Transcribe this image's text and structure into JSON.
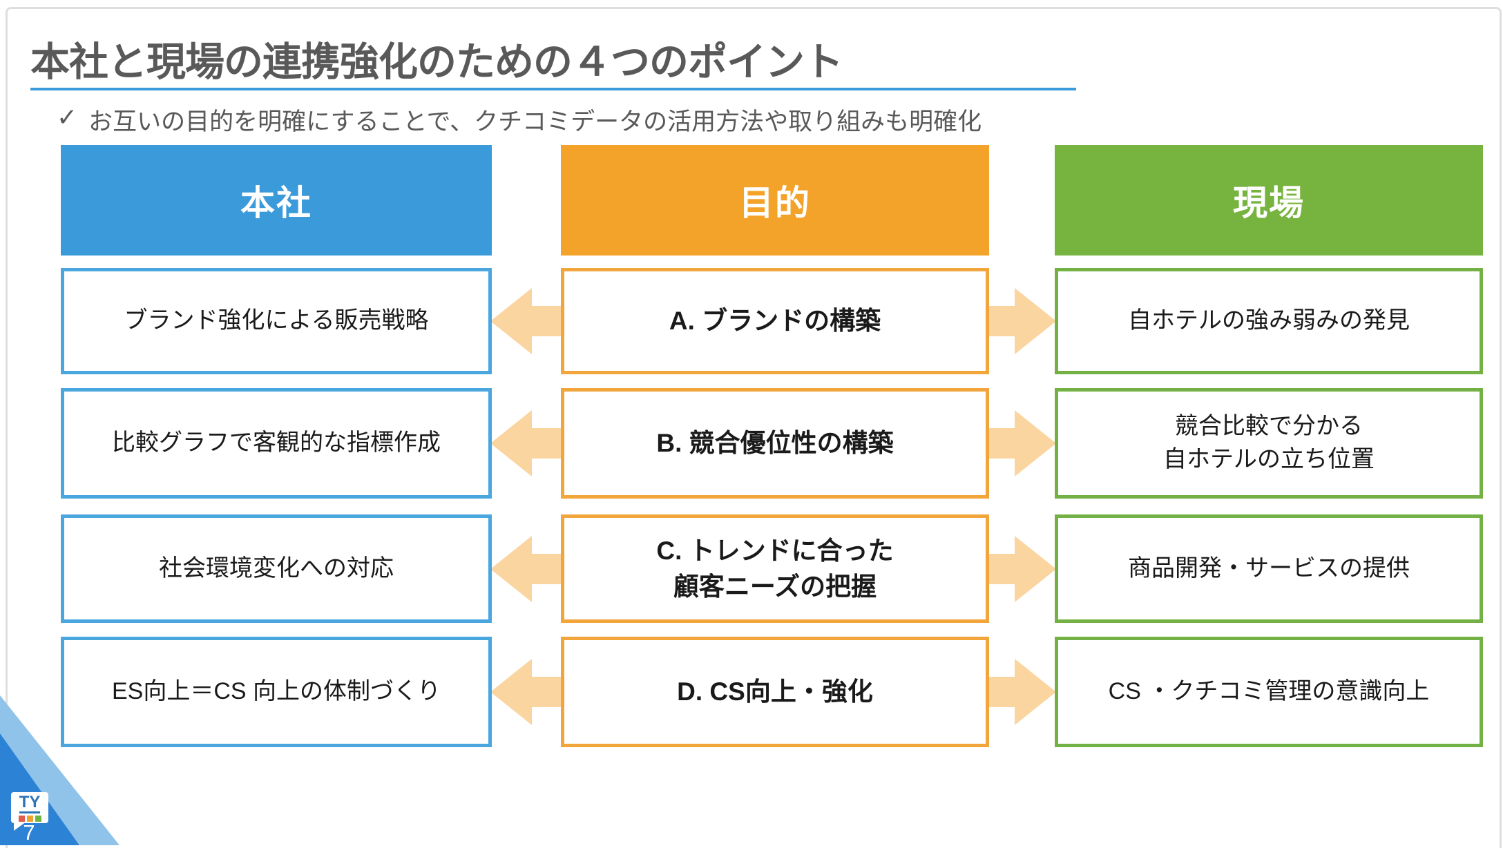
{
  "slide": {
    "title": "本社と現場の連携強化のための４つのポイント",
    "check_icon": "✓",
    "subtitle": "お互いの目的を明確にすることで、クチコミデータの活用方法や取り組みも明確化",
    "page_number": "7",
    "logo_text": "TY"
  },
  "columns": {
    "headquarters": "本社",
    "purpose": "目的",
    "field": "現場"
  },
  "rows": [
    {
      "headquarters": "ブランド強化による販売戦略",
      "purpose": "A. ブランドの構築",
      "field": "自ホテルの強み弱みの発見"
    },
    {
      "headquarters": "比較グラフで客観的な指標作成",
      "purpose": "B. 競合優位性の構築",
      "field": "競合比較で分かる\n自ホテルの立ち位置"
    },
    {
      "headquarters": "社会環境変化への対応",
      "purpose": "C. トレンドに合った\n顧客ニーズの把握",
      "field": "商品開発・サービスの提供"
    },
    {
      "headquarters": "ES向上＝CS 向上の体制づくり",
      "purpose": "D. CS向上・強化",
      "field": "CS ・クチコミ管理の意識向上"
    }
  ],
  "colors": {
    "title_color": "#595959",
    "underline_color": "#3B9AD9",
    "hq_header": "#3B9AD9",
    "purpose_header": "#F3A329",
    "field_header": "#77B43F",
    "hq_border": "#4AA6DE",
    "purpose_border": "#F1A53B",
    "field_border": "#74B144",
    "arrow_fill": "#FAD5A0",
    "corner_dark": "#2C82D4",
    "corner_light": "#8FC3E9",
    "logo_blue": "#2C74B8",
    "logo_red": "#E25B4B",
    "logo_orange": "#F0A32B",
    "logo_green": "#6FB53F"
  }
}
